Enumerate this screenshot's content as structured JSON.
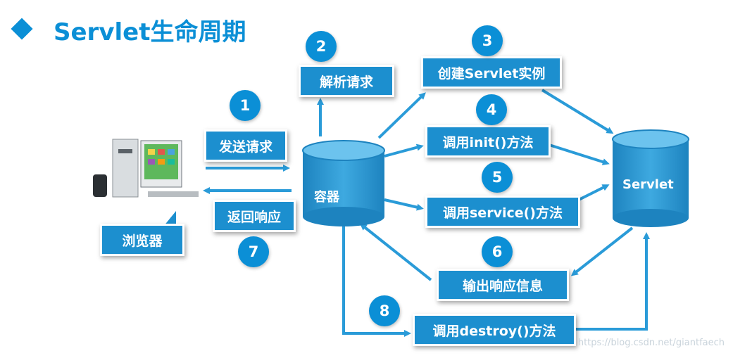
{
  "title": "Servlet生命周期",
  "nodes": {
    "browser_label": "浏览器",
    "container_label": "容器",
    "servlet_label": "Servlet"
  },
  "steps": [
    {
      "num": "1",
      "label": "发送请求"
    },
    {
      "num": "2",
      "label": "解析请求"
    },
    {
      "num": "3",
      "label": "创建Servlet实例"
    },
    {
      "num": "4",
      "label": "调用init()方法"
    },
    {
      "num": "5",
      "label": "调用service()方法"
    },
    {
      "num": "6",
      "label": "输出响应信息"
    },
    {
      "num": "7",
      "label": "返回响应"
    },
    {
      "num": "8",
      "label": "调用destroy()方法"
    }
  ],
  "watermark": "https://blog.csdn.net/giantfaech",
  "colors": {
    "primary": "#0b8fd6",
    "box": "#1c8fcf",
    "arrow": "#2a9bd8"
  }
}
